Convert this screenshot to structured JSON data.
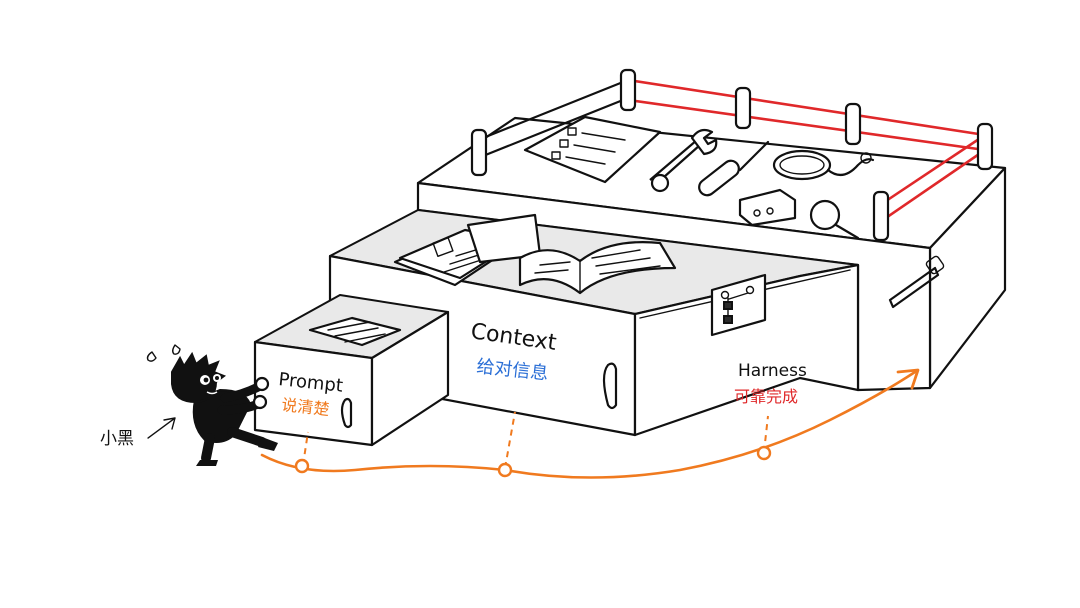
{
  "labels": {
    "prompt": {
      "en": "Prompt",
      "zh": "说清楚"
    },
    "context": {
      "en": "Context",
      "zh": "给对信息"
    },
    "harness": {
      "en": "Harness",
      "zh": "可靠完成"
    },
    "character": "小黑"
  },
  "colors": {
    "ink": "#111111",
    "prompt_accent": "#f07a1f",
    "context_accent": "#2b6fd6",
    "harness_accent": "#e0282a",
    "path": "#f07a1f",
    "rail_rope": "#e0282a"
  },
  "icons": [
    "checklist-icon",
    "wrench-icon",
    "screwdriver-icon",
    "cable-icon",
    "magnifier-icon",
    "device-box-icon",
    "book-icon",
    "id-card-icon",
    "document-icon",
    "arrow-icon"
  ]
}
